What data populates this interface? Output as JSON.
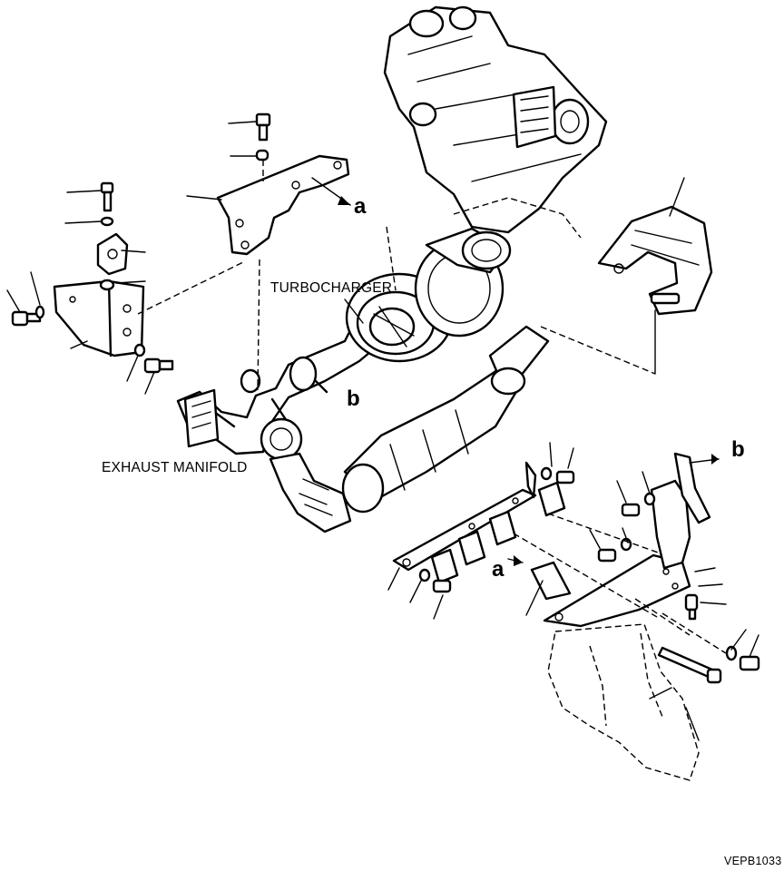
{
  "labels": {
    "turbocharger": "TURBOCHARGER",
    "exhaust_manifold": "EXHAUST MANIFOLD",
    "ref_a": "a",
    "ref_b": "b",
    "drawing_code": "VEPB1033"
  }
}
